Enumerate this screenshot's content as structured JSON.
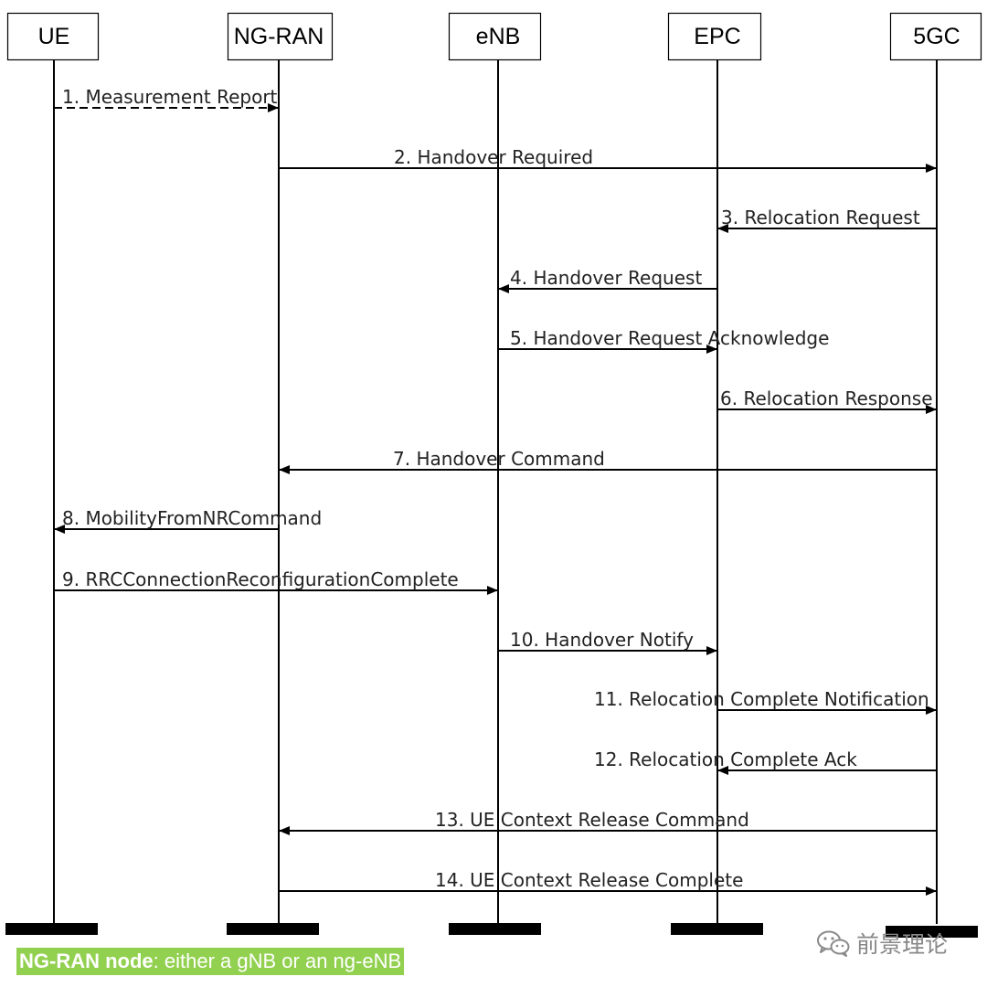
{
  "participants": [
    {
      "id": "ue",
      "label": "UE"
    },
    {
      "id": "ngran",
      "label": "NG-RAN"
    },
    {
      "id": "enb",
      "label": "eNB"
    },
    {
      "id": "epc",
      "label": "EPC"
    },
    {
      "id": "fivegc",
      "label": "5GC"
    }
  ],
  "messages": [
    {
      "label": "1. Measurement Report",
      "from": "ue",
      "to": "ngran",
      "dashed": true
    },
    {
      "label": "2. Handover Required",
      "from": "ngran",
      "to": "fivegc"
    },
    {
      "label": "3. Relocation Request",
      "from": "fivegc",
      "to": "epc"
    },
    {
      "label": "4. Handover Request",
      "from": "epc",
      "to": "enb"
    },
    {
      "label": "5. Handover Request Acknowledge",
      "from": "enb",
      "to": "epc"
    },
    {
      "label": "6. Relocation Response",
      "from": "epc",
      "to": "fivegc"
    },
    {
      "label": "7. Handover Command",
      "from": "fivegc",
      "to": "ngran"
    },
    {
      "label": "8. MobilityFromNRCommand",
      "from": "ngran",
      "to": "ue"
    },
    {
      "label": "9. RRCConnectionReconfigurationComplete",
      "from": "ue",
      "to": "enb"
    },
    {
      "label": "10. Handover Notify",
      "from": "enb",
      "to": "epc"
    },
    {
      "label": "11. Relocation Complete Notification",
      "from": "epc",
      "to": "fivegc"
    },
    {
      "label": "12. Relocation Complete Ack",
      "from": "fivegc",
      "to": "epc"
    },
    {
      "label": "13. UE Context Release Command",
      "from": "fivegc",
      "to": "ngran"
    },
    {
      "label": "14. UE Context Release Complete",
      "from": "ngran",
      "to": "fivegc"
    }
  ],
  "note": {
    "term": "NG-RAN node",
    "definition": ": either a gNB or an ng-eNB",
    "background": "#92d050",
    "text_color": "#ffffff"
  },
  "watermark": {
    "text": "前景理论",
    "icon": "wechat-icon"
  }
}
